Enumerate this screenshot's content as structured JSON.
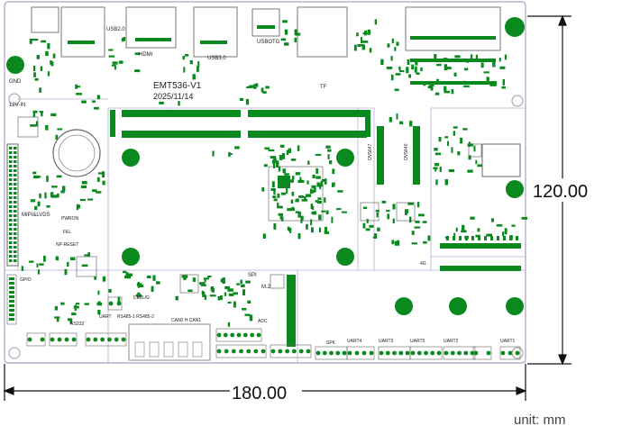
{
  "board": {
    "model": "EMT536-V1",
    "date": "2025/11/14"
  },
  "dimensions": {
    "width_label": "180.00",
    "height_label": "120.00",
    "unit_label": "unit: mm"
  },
  "labels": {
    "usb20": "USB2.0",
    "hdmi": "HDMI",
    "usb30": "USB3.0",
    "usbotg": "USBOTG",
    "tf": "TF",
    "gnd": "GND",
    "v12in": "12V-IN",
    "mipi_lvds": "MIPI&LVDS",
    "pwron": "PWRON",
    "fel": "FEL",
    "np_reset": "NP-RESET",
    "gpio": "GPIO",
    "ov5647": "OV5647",
    "ov5640": "OV5640",
    "m2": "M.2",
    "spi": "SPI",
    "adc": "ADC",
    "rs232": "RS232",
    "uart": "UART",
    "rs485": "RS485-1 RS485-2",
    "debug": "DEBUG",
    "can": "CAN0 H CAN1",
    "spk": "SPK",
    "uart4": "UART4",
    "uart3": "UART3",
    "uart5": "UART5",
    "uart2": "UART2",
    "uart1": "UART1",
    "g4": "4G"
  }
}
